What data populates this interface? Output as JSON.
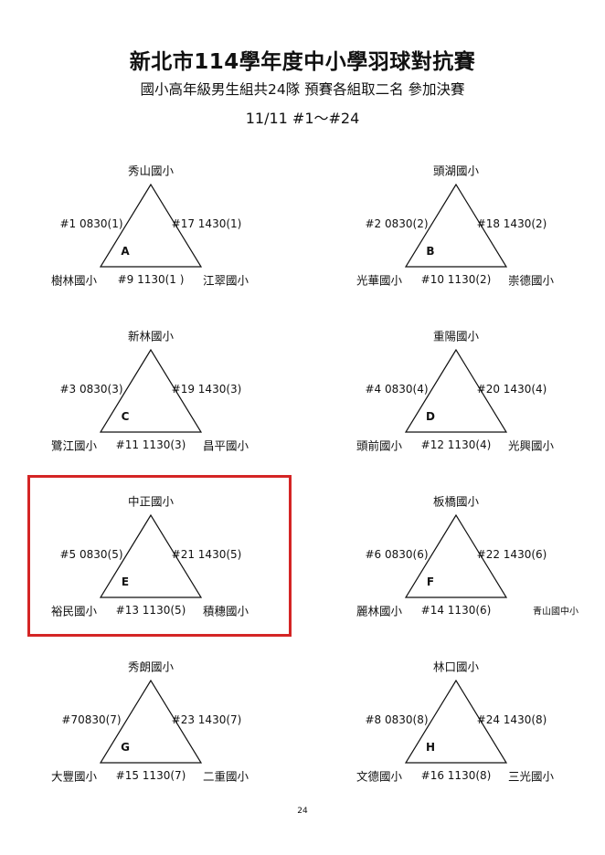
{
  "header": {
    "title": "新北市114學年度中小學羽球對抗賽",
    "subtitle": "國小高年級男生組共24隊 預賽各組取二名 參加決賽",
    "date": "11/11 #1～#24"
  },
  "highlight_color": "#d42525",
  "highlighted_group": "E",
  "groups": [
    {
      "letter": "A",
      "top": "秀山國小",
      "left_school": "樹林國小",
      "right_school": "江翠國小",
      "left_match": "#1 0830(1)",
      "right_match": "#17 1430(1)",
      "bottom_match": "#9 1130(1 )"
    },
    {
      "letter": "B",
      "top": "頭湖國小",
      "left_school": "光華國小",
      "right_school": "崇德國小",
      "left_match": "#2 0830(2)",
      "right_match": "#18 1430(2)",
      "bottom_match": "#10 1130(2)"
    },
    {
      "letter": "C",
      "top": "新林國小",
      "left_school": "鷺江國小",
      "right_school": "昌平國小",
      "left_match": "#3 0830(3)",
      "right_match": "#19 1430(3)",
      "bottom_match": "#11 1130(3)"
    },
    {
      "letter": "D",
      "top": "重陽國小",
      "left_school": "頭前國小",
      "right_school": "光興國小",
      "left_match": "#4 0830(4)",
      "right_match": "#20 1430(4)",
      "bottom_match": "#12 1130(4)"
    },
    {
      "letter": "E",
      "top": "中正國小",
      "left_school": "裕民國小",
      "right_school": "積穗國小",
      "left_match": "#5 0830(5)",
      "right_match": "#21 1430(5)",
      "bottom_match": "#13 1130(5)"
    },
    {
      "letter": "F",
      "top": "板橋國小",
      "left_school": "麗林國小",
      "right_school": "青山國中小",
      "left_match": "#6 0830(6)",
      "right_match": "#22 1430(6)",
      "bottom_match": "#14 1130(6)"
    },
    {
      "letter": "G",
      "top": "秀朗國小",
      "left_school": "大豐國小",
      "right_school": "二重國小",
      "left_match": "#70830(7)",
      "right_match": "#23 1430(7)",
      "bottom_match": "#15 1130(7)"
    },
    {
      "letter": "H",
      "top": "林口國小",
      "left_school": "文德國小",
      "right_school": "三光國小",
      "left_match": "#8 0830(8)",
      "right_match": "#24 1430(8)",
      "bottom_match": "#16 1130(8)"
    }
  ],
  "page_number": "24"
}
